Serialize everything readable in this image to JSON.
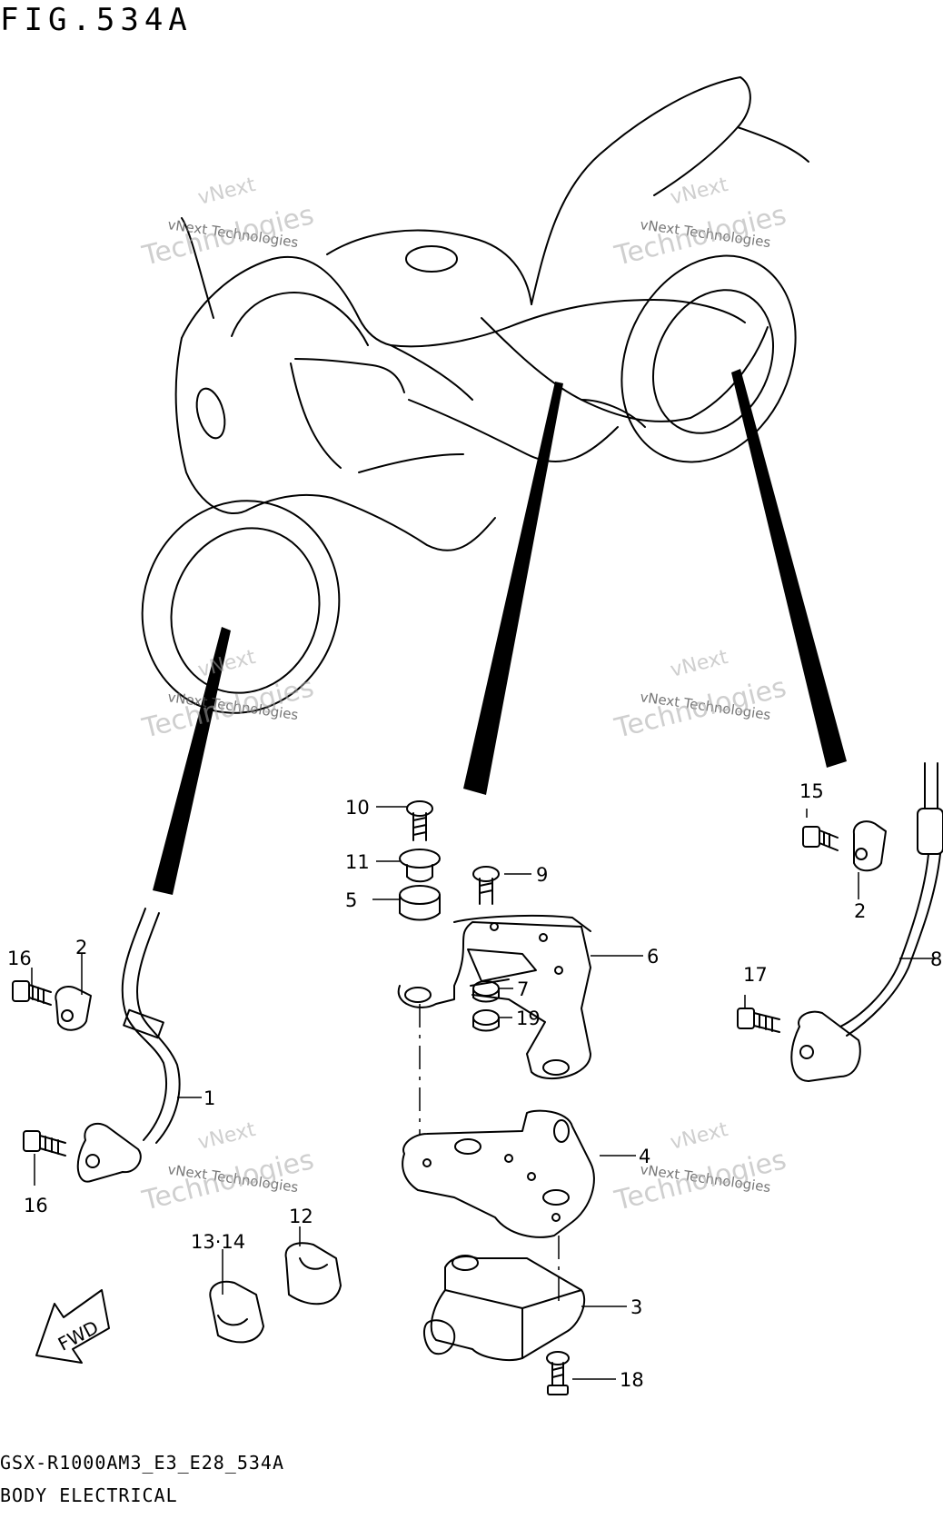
{
  "figure": {
    "title": "FIG.534A",
    "model_code": "GSX-R1000AM3_E3_E28_534A",
    "category": "BODY ELECTRICAL"
  },
  "watermark": {
    "line1": "vNext",
    "line2": "vNext Technologies",
    "line3": "Technologies"
  },
  "direction_badge": "FWD",
  "callouts": [
    {
      "id": "c1",
      "label": "1"
    },
    {
      "id": "c2a",
      "label": "2"
    },
    {
      "id": "c2b",
      "label": "2"
    },
    {
      "id": "c3",
      "label": "3"
    },
    {
      "id": "c4",
      "label": "4"
    },
    {
      "id": "c5",
      "label": "5"
    },
    {
      "id": "c6",
      "label": "6"
    },
    {
      "id": "c7",
      "label": "7"
    },
    {
      "id": "c8",
      "label": "8"
    },
    {
      "id": "c9",
      "label": "9"
    },
    {
      "id": "c10",
      "label": "10"
    },
    {
      "id": "c11",
      "label": "11"
    },
    {
      "id": "c12",
      "label": "12"
    },
    {
      "id": "c1314",
      "label": "13·14"
    },
    {
      "id": "c15",
      "label": "15"
    },
    {
      "id": "c16a",
      "label": "16"
    },
    {
      "id": "c16b",
      "label": "16"
    },
    {
      "id": "c17",
      "label": "17"
    },
    {
      "id": "c18",
      "label": "18"
    },
    {
      "id": "c19",
      "label": "19"
    }
  ]
}
